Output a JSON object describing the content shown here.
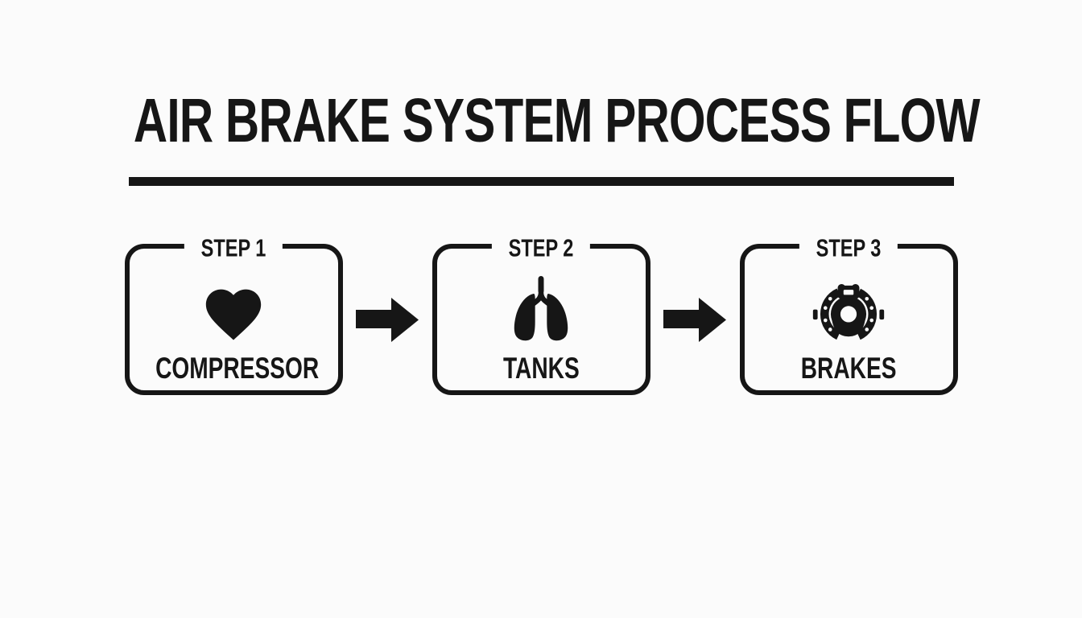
{
  "page": {
    "background": "#fbfbfb",
    "ink": "#161616",
    "title": "AIR BRAKE SYSTEM PROCESS FLOW"
  },
  "steps": [
    {
      "tag": "STEP 1",
      "name": "COMPRESSOR",
      "icon": "heart-icon"
    },
    {
      "tag": "STEP 2",
      "name": "TANKS",
      "icon": "lungs-icon"
    },
    {
      "tag": "STEP 3",
      "name": "BRAKES",
      "icon": "drum-brake-icon"
    }
  ],
  "connectors": [
    {
      "icon": "arrow-right-icon"
    },
    {
      "icon": "arrow-right-icon"
    }
  ]
}
